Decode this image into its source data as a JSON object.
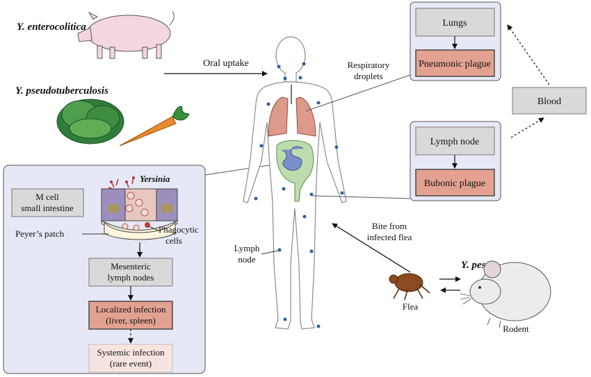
{
  "species": {
    "enterocolitica": "Y. enterocolitica",
    "pseudotuberculosis": "Y. pseudotuberculosis",
    "pestis": "Y. pestis"
  },
  "routes": {
    "oral_uptake": "Oral uptake",
    "respiratory_l1": "Respiratory",
    "respiratory_l2": "droplets",
    "bite_l1": "Bite from",
    "bite_l2": "infected flea"
  },
  "lungs_box": {
    "title": "Lungs",
    "outcome": "Pneumonic plague"
  },
  "lymph_box": {
    "title": "Lymph node",
    "outcome": "Bubonic plague"
  },
  "blood_label": "Blood",
  "body_labels": {
    "lymph_l1": "Lymph",
    "lymph_l2": "node"
  },
  "vectors": {
    "flea": "Flea",
    "rodent": "Rodent"
  },
  "intestine_panel": {
    "yersinia": "Yersinia",
    "m_cell_l1": "M cell",
    "m_cell_l2": "small intestine",
    "peyers_patch": "Peyer’s patch",
    "phagocytic_l1": "Phagocytic",
    "phagocytic_l2": "cells",
    "mesenteric_l1": "Mesenteric",
    "mesenteric_l2": "lymph nodes",
    "localized_l1": "Localized infection",
    "localized_l2": "(liver, spleen)",
    "systemic_l1": "Systemic infection",
    "systemic_l2": "(rare event)"
  },
  "colors": {
    "panel_fill": "#e6e9f5",
    "grey_box": "#d9d9d9",
    "plague_box": "#e3a291",
    "lung": "#dd9a8a",
    "intestine": "#bcdcac",
    "lymph_dot": "#2f5fa7",
    "systemic_box": "#f7e4e0"
  }
}
